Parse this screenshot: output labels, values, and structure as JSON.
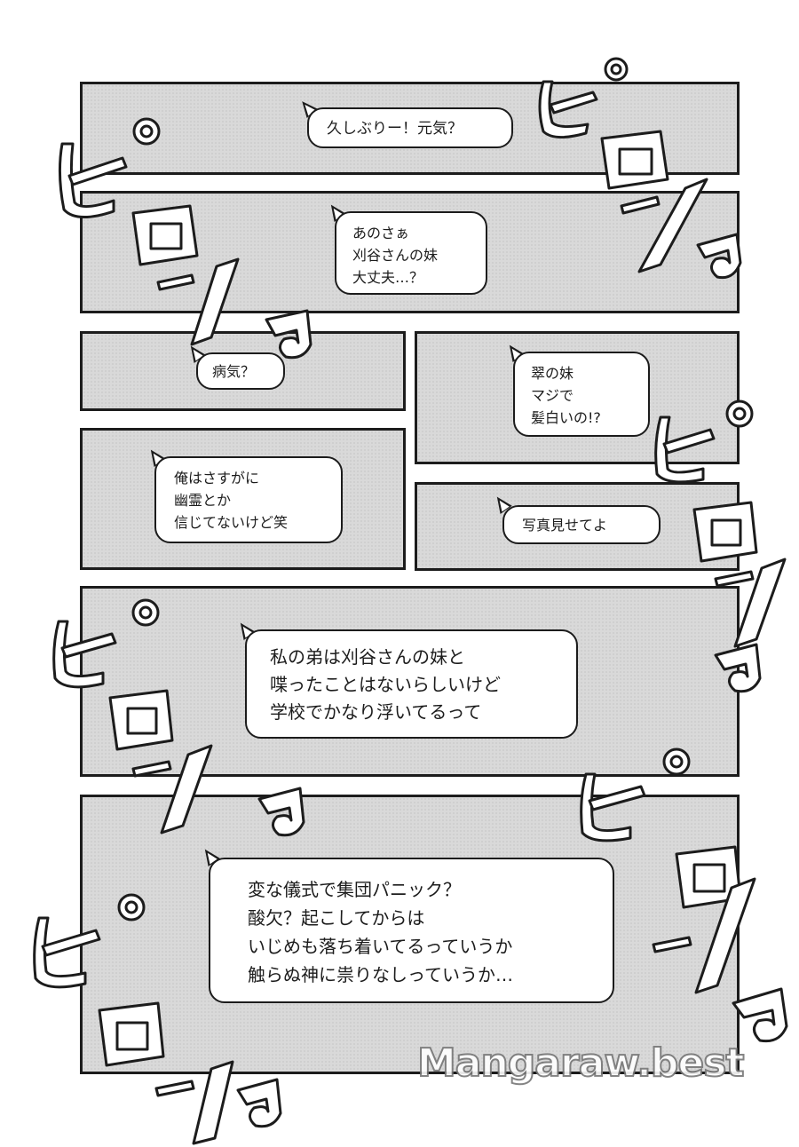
{
  "panels": [
    {
      "bubble": [
        "久しぶりー！元気？"
      ]
    },
    {
      "bubble": [
        "あのさぁ",
        "刈谷さんの妹",
        "大丈夫…？"
      ]
    },
    {
      "bubble": [
        "病気？"
      ]
    },
    {
      "bubble": [
        "翠の妹",
        "マジで",
        "髪白いの!?"
      ]
    },
    {
      "bubble": [
        "俺はさすがに",
        "幽霊とか",
        "信じてないけど笑"
      ]
    },
    {
      "bubble": [
        "写真見せてよ"
      ]
    },
    {
      "bubble": [
        "私の弟は刈谷さんの妹と",
        "喋ったことはないらしいけど",
        "学校でかなり浮いてるって"
      ]
    },
    {
      "bubble": [
        "変な儀式で集団パニック？",
        "酸欠？起こしてからは",
        "いじめも落ち着いてるっていうか",
        "触らぬ神に祟りなしっていうか…"
      ]
    }
  ],
  "sfx": {
    "text": "ピロ-ン♪",
    "icon": "music-note-icon"
  },
  "watermark": "Mangaraw.best",
  "colors": {
    "panel_fill": "#d9d9d9",
    "ink": "#1c1c1c",
    "bubble_fill": "#ffffff"
  }
}
